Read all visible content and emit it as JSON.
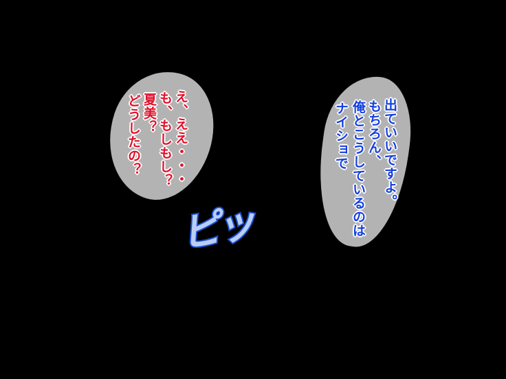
{
  "left_bubble": {
    "text_color": "#e0102a",
    "lines": [
      "え、ええ・・・",
      "も、もしもし？",
      "夏美？",
      "どうしたの？"
    ]
  },
  "right_bubble": {
    "text_color": "#1540e0",
    "lines": [
      "出ていいですよ。",
      "もちろん、",
      "俺とこうしているのは",
      "ナイショで"
    ]
  },
  "sound_effect": {
    "text": "ピッ",
    "color": "#1a4fd0"
  }
}
